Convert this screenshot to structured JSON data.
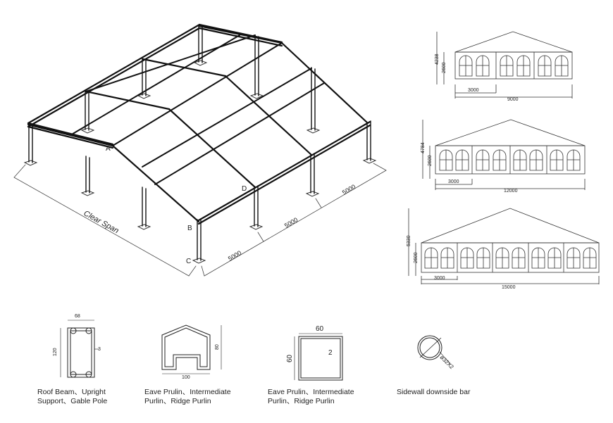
{
  "frame": {
    "corner_labels": [
      "A",
      "B",
      "C",
      "D"
    ],
    "clear_span_label": "Clear Span",
    "bay_labels": [
      "5000",
      "5000",
      "5000"
    ]
  },
  "elevations": [
    {
      "height_total": "4238",
      "height_side": "2600",
      "bay": "3000",
      "width": "9000"
    },
    {
      "height_total": "4784",
      "height_side": "2600",
      "bay": "3000",
      "width": "12000"
    },
    {
      "height_total": "5330",
      "height_side": "2600",
      "bay": "3000",
      "width": "15000"
    }
  ],
  "profiles": {
    "roof_beam": {
      "width": "68",
      "height": "120",
      "wall": "3",
      "caption_line1": "Roof Beam、Upright",
      "caption_line2": "Support、Gable Pole"
    },
    "eave_purlin_a": {
      "width": "100",
      "height": "80",
      "caption_line1": "Eave Prulin、Intermediate",
      "caption_line2": "Purlin、Ridge Purlin"
    },
    "eave_purlin_b": {
      "width": "60",
      "height": "60",
      "wall": "2",
      "caption_line1": "Eave Prulin、Intermediate",
      "caption_line2": "Purlin、Ridge Purlin"
    },
    "sidewall_bar": {
      "size": "ø32X2",
      "caption_line1": "Sidewall downside bar"
    }
  }
}
